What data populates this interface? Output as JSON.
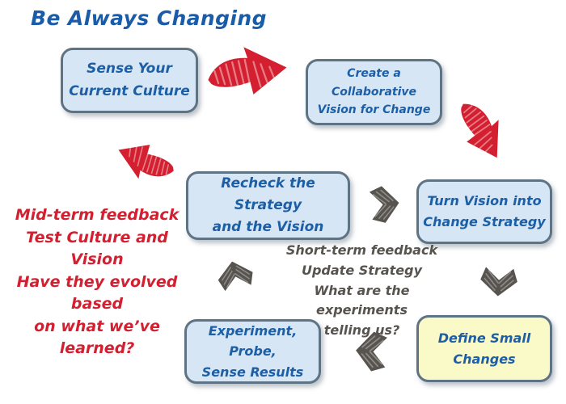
{
  "title": "Be Always Changing",
  "boxes": {
    "sense": {
      "label": "Sense Your\nCurrent Culture"
    },
    "create": {
      "label": "Create a Collaborative\nVision for Change"
    },
    "turn": {
      "label": "Turn Vision into\nChange Strategy"
    },
    "define": {
      "label": "Define Small\nChanges"
    },
    "experiment": {
      "label": "Experiment, Probe,\nSense Results"
    },
    "recheck": {
      "label": "Recheck the Strategy\nand the Vision"
    }
  },
  "notes": {
    "mid_term": "Mid-term feedback\nTest Culture and Vision\nHave they evolved based\non what we’ve learned?",
    "short_term": "Short-term feedback\nUpdate Strategy\nWhat are the experiments\ntelling us?"
  },
  "icons": {
    "red_arrows": [
      "right",
      "down-right",
      "up-left"
    ],
    "gray_chevrons": [
      "right",
      "up",
      "down",
      "left"
    ]
  },
  "colors": {
    "title_blue": "#1a5ca8",
    "box_fill_blue": "#d7e6f4",
    "box_fill_yellow": "#fafac8",
    "box_border": "#5e7384",
    "box_text": "#1c5fa6",
    "red": "#d31f2f",
    "gray": "#57544f"
  }
}
